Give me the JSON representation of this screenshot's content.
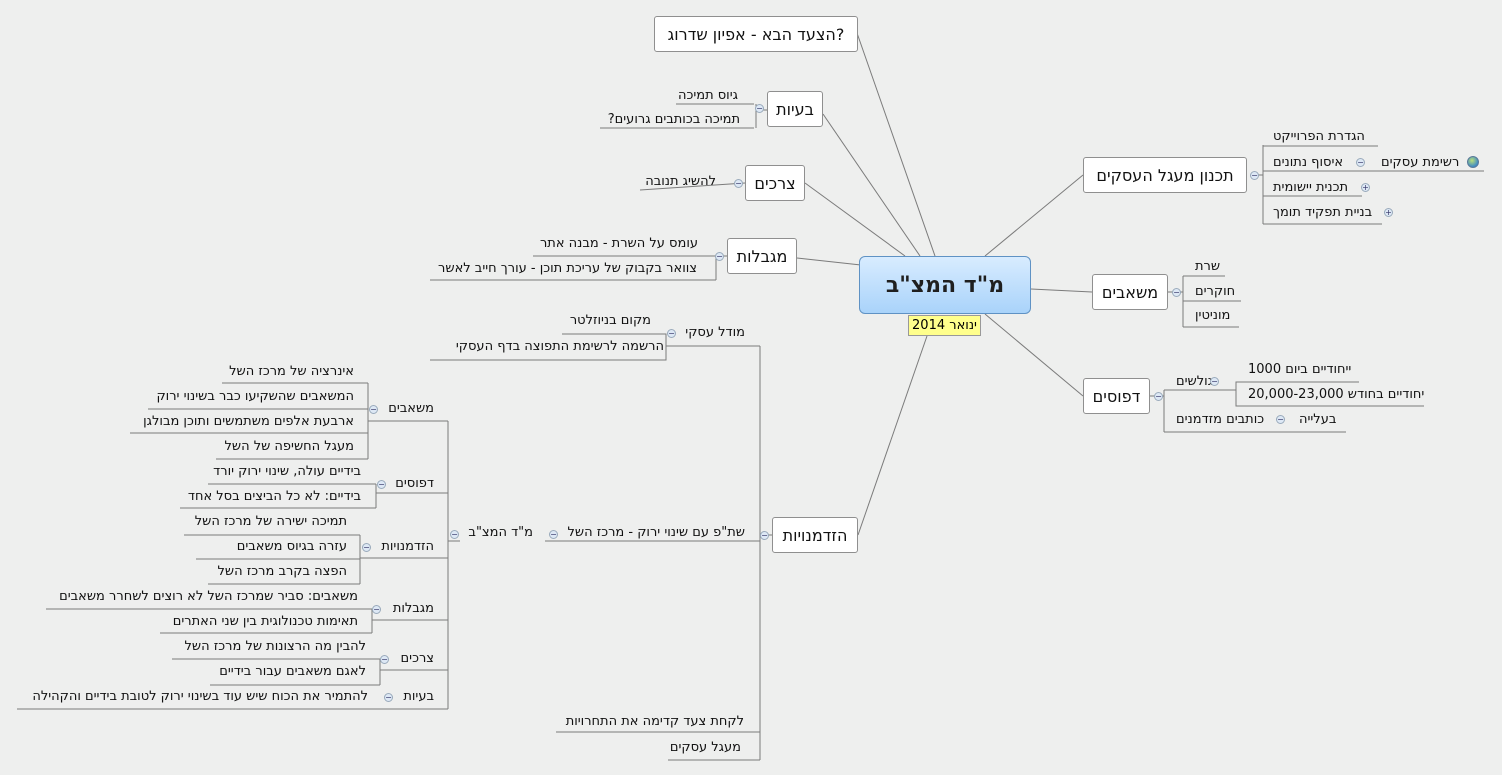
{
  "root": {
    "title": "מ\"ד המצ\"ב",
    "date": "ינואר 2014"
  },
  "next_step": "הצעד הבא - אפיון שדרוג?",
  "problems": {
    "label": "בעיות",
    "items": [
      "גיוס תמיכה",
      "תמיכה בכותבים גרועים?"
    ]
  },
  "needs": {
    "label": "צרכים",
    "items": [
      "להשיג תנובה"
    ]
  },
  "constraints": {
    "label": "מגבלות",
    "items": [
      "עומס על השרת - מבנה אתר",
      "צוואר בקבוק של עריכת תוכן - עורך חייב לאשר"
    ]
  },
  "planning": {
    "label": "תכנון מעגל העסקים",
    "items": [
      "הגדרת הפרוייקט",
      "איסוף נתונים",
      "תכנית יישומית",
      "בניית תפקיד תומך"
    ],
    "data_sub": "רשימת עסקים"
  },
  "resources": {
    "label": "משאבים",
    "items": [
      "שרת",
      "חוקרים",
      "מוניטין"
    ]
  },
  "patterns": {
    "label": "דפוסים",
    "surfers": "גולשים",
    "surfers_items": [
      "ייחודיים ביום 1000",
      "יחודיים בחודש 20,000-23,000"
    ],
    "writers": "כותבים מזדמנים",
    "writers_items": [
      "בעלייה"
    ]
  },
  "opportunities": {
    "label": "הזדמנויות",
    "business_model": "מודל עסקי",
    "business_model_items": [
      "מקום בניוזלטר",
      "הרשמה לרשימת התפוצה בדף העסקי"
    ],
    "partnership": "שת\"פ עם שינוי ירוק - מרכז השל",
    "md": "מ\"ד המצ\"ב",
    "groups": [
      {
        "label": "משאבים",
        "items": [
          "אינרציה של מרכז השל",
          "המשאבים שהשקיעו כבר בשינוי ירוק",
          "ארבעת אלפים משתמשים ותוכן מבולגן",
          "מעגל החשיפה של השל"
        ]
      },
      {
        "label": "דפוסים",
        "items": [
          "בידיים עולה, שינוי ירוק יורד",
          "בידיים: לא כל הביצים בסל אחד"
        ]
      },
      {
        "label": "הזדמנויות",
        "items": [
          "תמיכה ישירה של מרכז השל",
          "עזרה בגיוס משאבים",
          "הפצה בקרב מרכז השל"
        ]
      },
      {
        "label": "מגבלות",
        "items": [
          "משאבים: סביר שמרכז השל לא רוצים לשחרר משאבים",
          "תאימות טכנולוגית בין שני האתרים"
        ]
      },
      {
        "label": "צרכים",
        "items": [
          "להבין מה הרצונות של מרכז השל",
          "לאגם משאבים עבור בידיים"
        ]
      },
      {
        "label": "בעיות",
        "items": [
          "להתמיר את הכוח שיש עוד בשינוי ירוק לטובת בידיים והקהילה"
        ]
      }
    ],
    "step": "לקחת צעד קדימה את התחרויות",
    "circle": "מעגל עסקים"
  }
}
